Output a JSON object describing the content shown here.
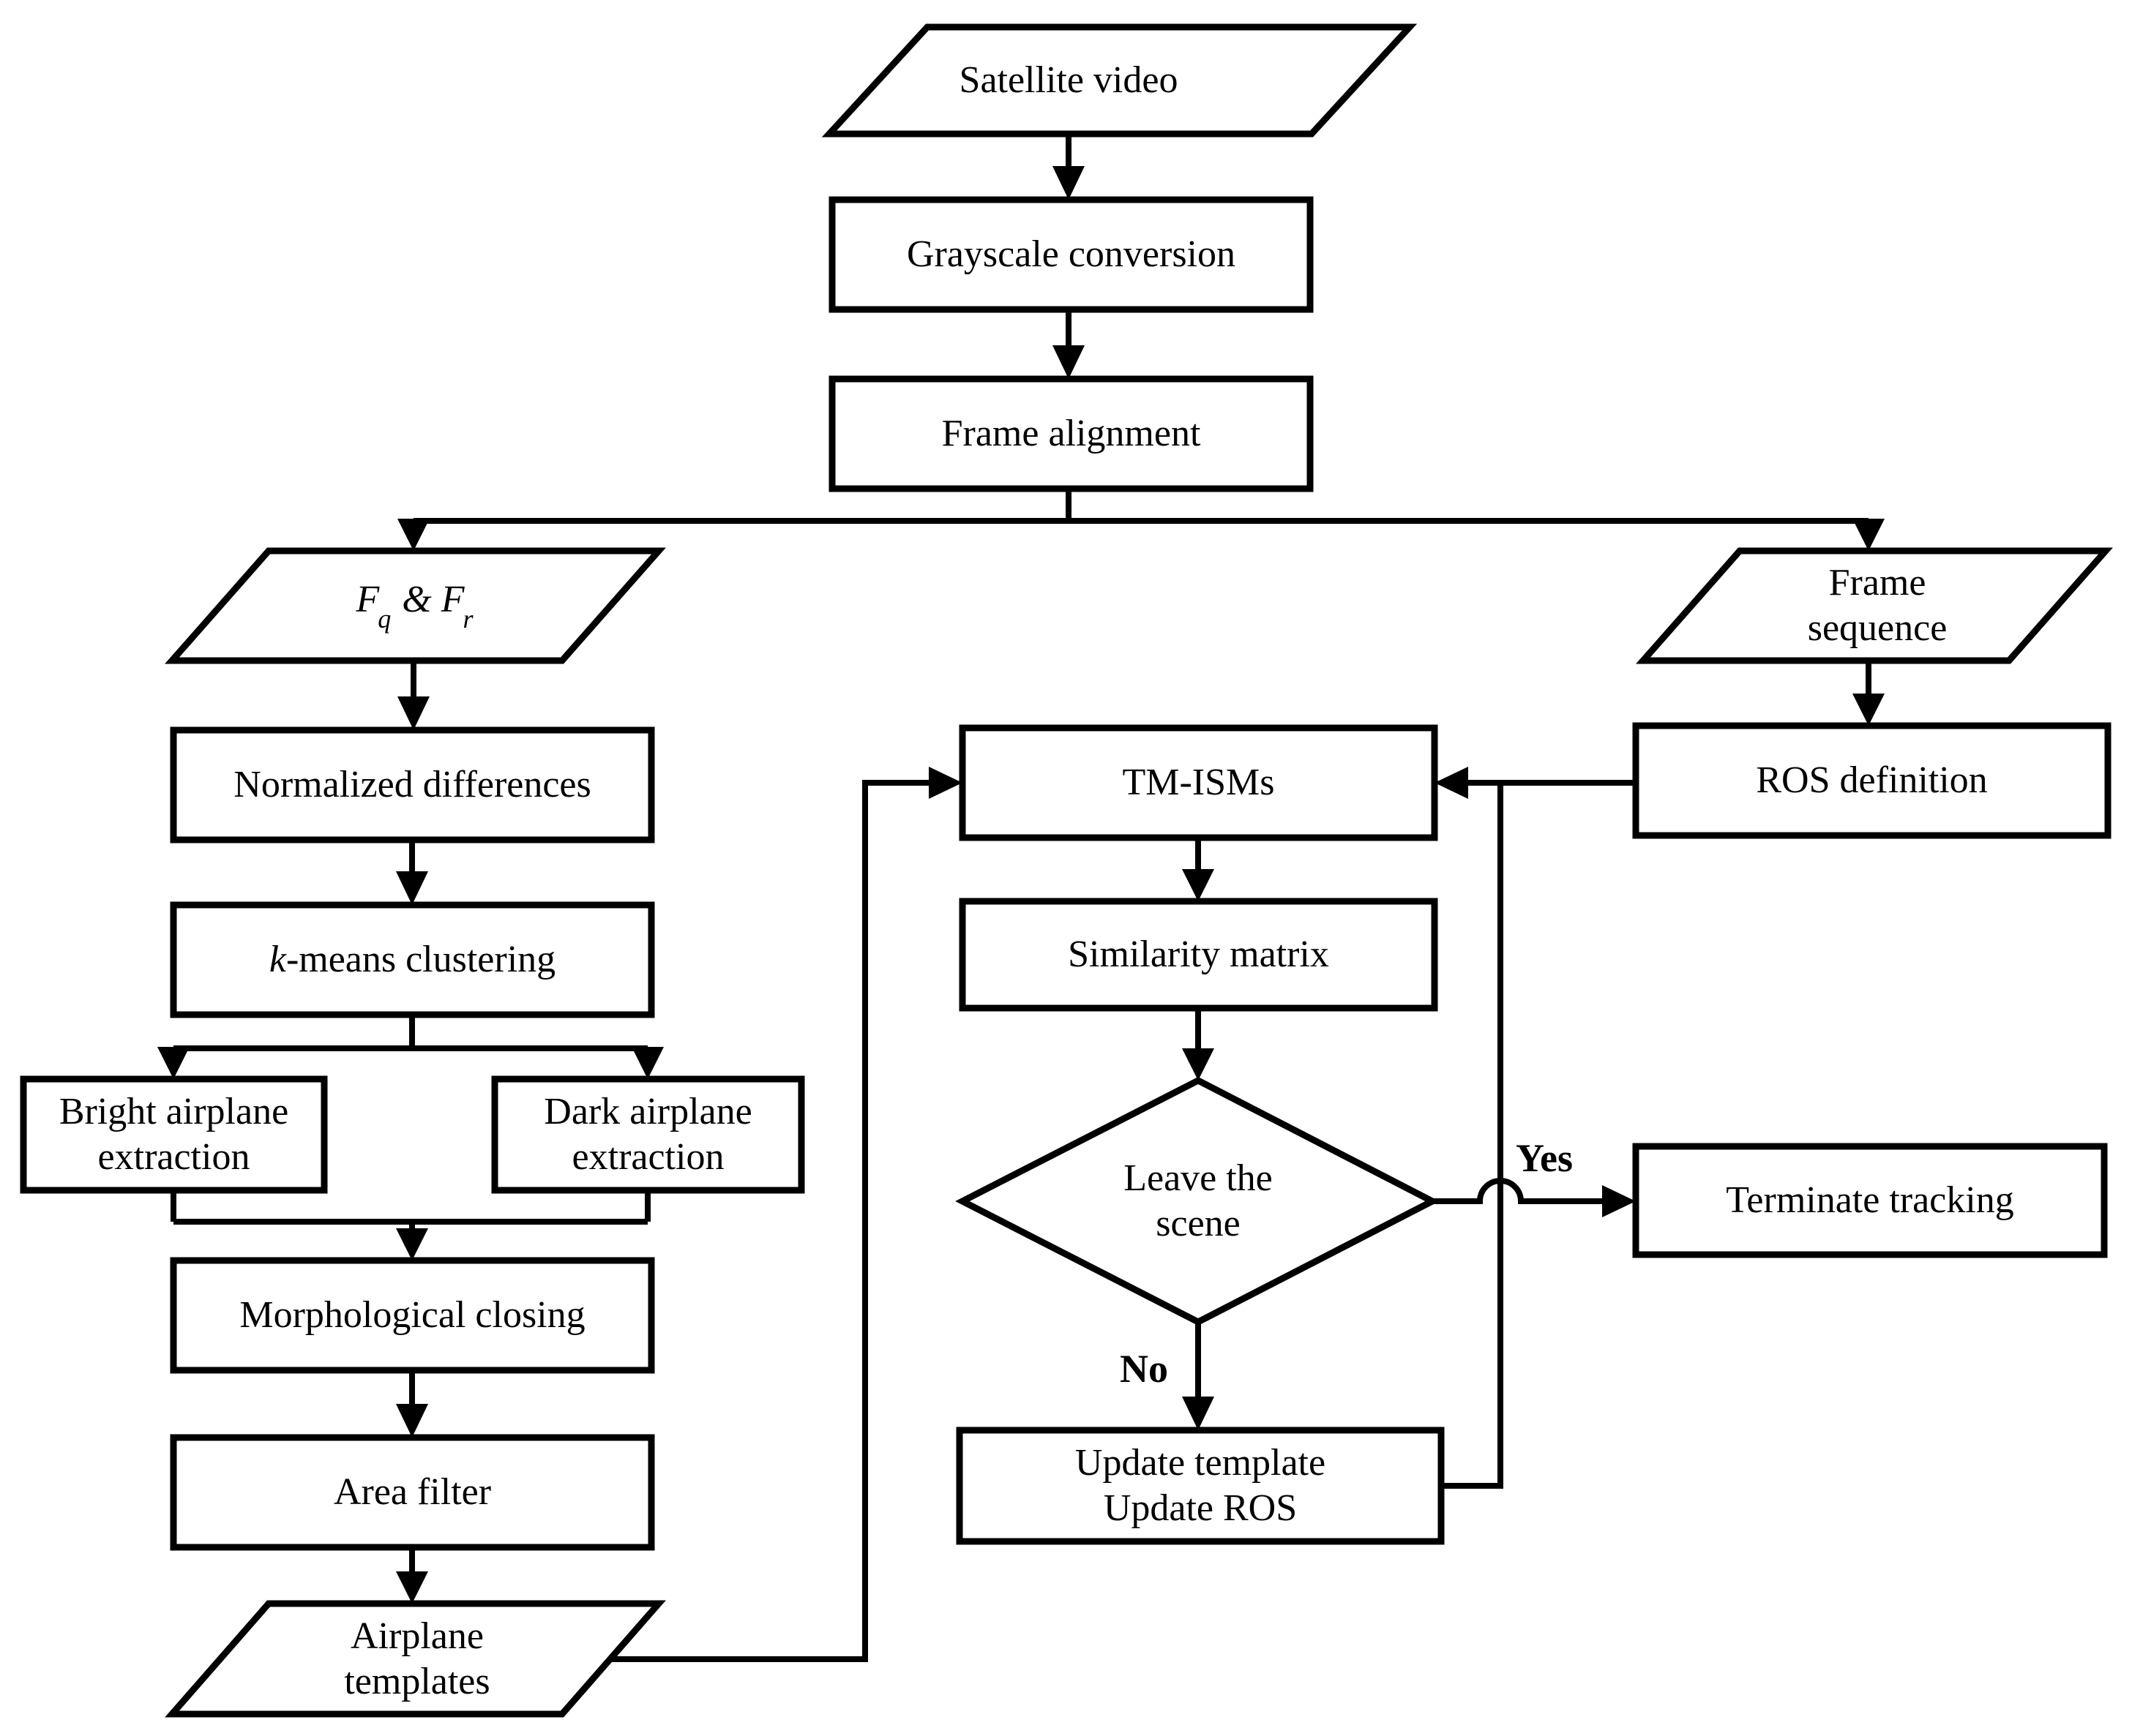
{
  "diagram": {
    "colors": {
      "ink": "#000000",
      "background": "#ffffff"
    },
    "nodes": {
      "satellite_video": {
        "label": "Satellite video",
        "shape": "parallelogram"
      },
      "grayscale_conversion": {
        "label": "Grayscale conversion",
        "shape": "rectangle"
      },
      "frame_alignment": {
        "label": "Frame alignment",
        "shape": "rectangle"
      },
      "fq_fr": {
        "f1": "F",
        "sub1": "q",
        "amp": " & ",
        "f2": "F",
        "sub2": "r",
        "shape": "parallelogram"
      },
      "normalized_differences": {
        "label": "Normalized differences",
        "shape": "rectangle"
      },
      "kmeans_clustering": {
        "k": "k",
        "rest": "-means clustering",
        "shape": "rectangle"
      },
      "bright_airplane_extraction": {
        "line1": "Bright airplane",
        "line2": "extraction",
        "shape": "rectangle"
      },
      "dark_airplane_extraction": {
        "line1": "Dark airplane",
        "line2": "extraction",
        "shape": "rectangle"
      },
      "morphological_closing": {
        "label": "Morphological closing",
        "shape": "rectangle"
      },
      "area_filter": {
        "label": "Area filter",
        "shape": "rectangle"
      },
      "airplane_templates": {
        "line1": "Airplane",
        "line2": "templates",
        "shape": "parallelogram"
      },
      "frame_sequence": {
        "line1": "Frame",
        "line2": "sequence",
        "shape": "parallelogram"
      },
      "ros_definition": {
        "label": "ROS definition",
        "shape": "rectangle"
      },
      "tm_isms": {
        "label": "TM-ISMs",
        "shape": "rectangle"
      },
      "similarity_matrix": {
        "label": "Similarity matrix",
        "shape": "rectangle"
      },
      "leave_the_scene": {
        "line1": "Leave the",
        "line2": "scene",
        "shape": "diamond"
      },
      "terminate_tracking": {
        "label": "Terminate tracking",
        "shape": "rectangle"
      },
      "update_template_ros": {
        "line1": "Update template",
        "line2": "Update ROS",
        "shape": "rectangle"
      }
    },
    "edge_labels": {
      "yes": "Yes",
      "no": "No"
    }
  }
}
